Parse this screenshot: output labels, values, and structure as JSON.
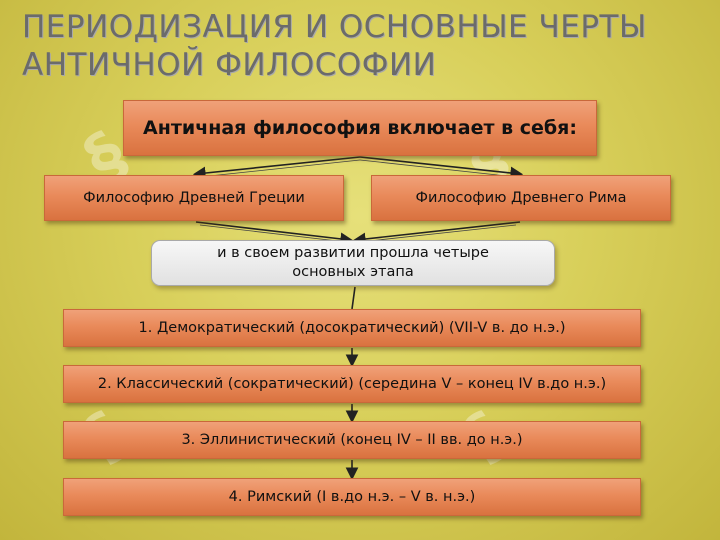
{
  "title": {
    "line1": "ПЕРИОДИЗАЦИЯ И ОСНОВНЫЕ ЧЕРТЫ",
    "line2": "АНТИЧНОЙ ФИЛОСОФИИ"
  },
  "diagram": {
    "root": "Античная философия включает в себя:",
    "branches": [
      "Философию Древней Греции",
      "Философию Древнего Рима"
    ],
    "note": "и в своем развитии прошла четыре основных этапа",
    "stages": [
      "1. Демократический (досократический) (VII-V в. до н.э.)",
      "2. Классический (сократический)  (середина V – конец IV в.до н.э.)",
      "3. Эллинистический (конец IV – II вв. до н.э.)",
      "4. Римский (I в.до н.э. – V в. н.э.)"
    ]
  },
  "colors": {
    "background": "#d8cf5a",
    "box_fill": "#e98a5a",
    "note_fill": "#ececec",
    "title_text": "#6b6b6b"
  }
}
